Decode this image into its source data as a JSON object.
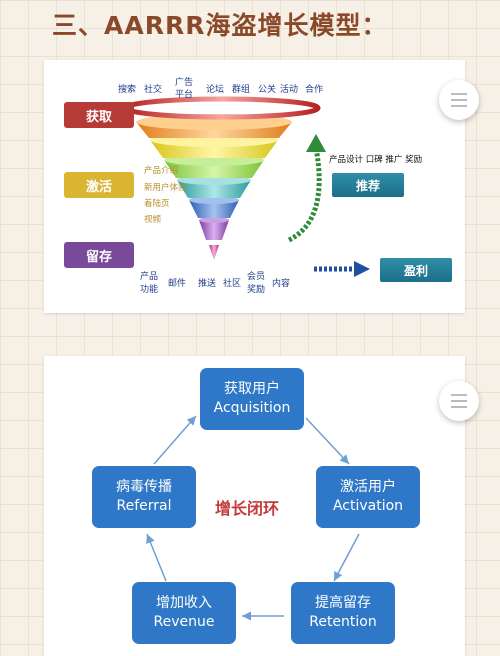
{
  "page_title": "三、AARRR海盗增长模型：",
  "funnel_card": {
    "stages": {
      "acquire": "获取",
      "activate": "激活",
      "retain": "留存"
    },
    "top_channels": {
      "search": "搜索",
      "social": "社交",
      "ad_platform_line1": "广告",
      "ad_platform_line2": "平台",
      "forum": "论坛",
      "groups": "群组",
      "pr": "公关",
      "events": "活动",
      "cooperation": "合作"
    },
    "activation_items": [
      "产品介绍",
      "新用户体验",
      "着陆页",
      "视频"
    ],
    "retention_items": {
      "product_line1": "产品",
      "product_line2": "功能",
      "email": "邮件",
      "push": "推送",
      "community": "社区",
      "member_line1": "会员",
      "member_line2": "奖励",
      "content": "内容"
    },
    "referral_items": "产品设计  口碑  推广  奖励",
    "referral_box": "推荐",
    "revenue_box": "盈利"
  },
  "cycle_card": {
    "center_label": "增长闭环",
    "nodes": [
      {
        "cn": "获取用户",
        "en": "Acquisition"
      },
      {
        "cn": "激活用户",
        "en": "Activation"
      },
      {
        "cn": "提高留存",
        "en": "Retention"
      },
      {
        "cn": "增加收入",
        "en": "Revenue"
      },
      {
        "cn": "病毒传播",
        "en": "Referral"
      }
    ]
  },
  "colors": {
    "acquire": "#b63a36",
    "activate": "#d9b531",
    "retain": "#7a4a9a",
    "teal": "#2a84a0",
    "node_blue": "#2e78c7",
    "title": "#8a4a2a"
  },
  "icons": {
    "menu_button": "hamburger-menu-icon"
  }
}
